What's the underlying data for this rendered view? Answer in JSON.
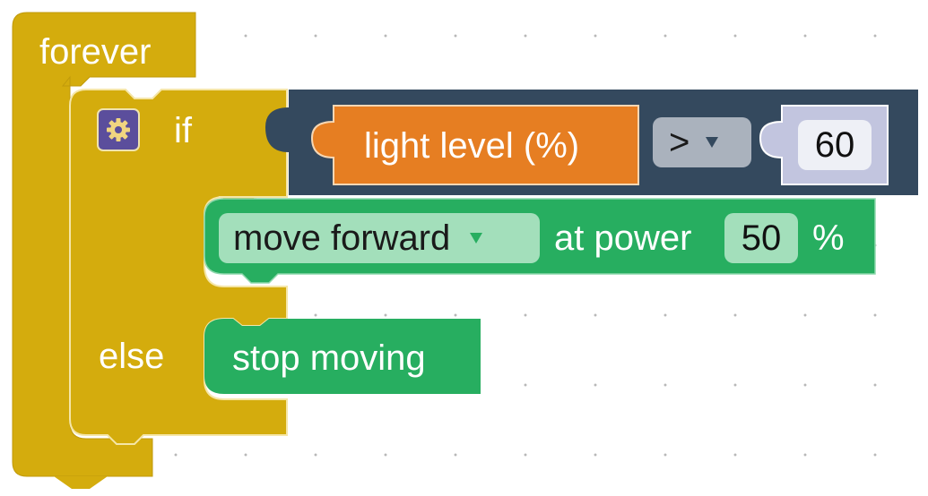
{
  "blocks": {
    "forever": {
      "label": "forever",
      "color": "#d4ac0d"
    },
    "if_else": {
      "if_label": "if",
      "else_label": "else",
      "color": "#d4ac0d",
      "settings_icon": "gear-icon",
      "settings_color": "#5b4e9c"
    },
    "condition": {
      "container_color": "#34495e",
      "sensor": {
        "label": "light level (%)",
        "color": "#e67e22"
      },
      "operator": {
        "value": ">",
        "color": "#aab2bd"
      },
      "threshold": {
        "value": "60",
        "color": "#c2c5df"
      }
    },
    "move": {
      "color": "#27ae60",
      "direction": "move forward",
      "at_power_label": "at power",
      "power": "50",
      "unit": "%"
    },
    "stop": {
      "label": "stop moving",
      "color": "#27ae60"
    }
  }
}
